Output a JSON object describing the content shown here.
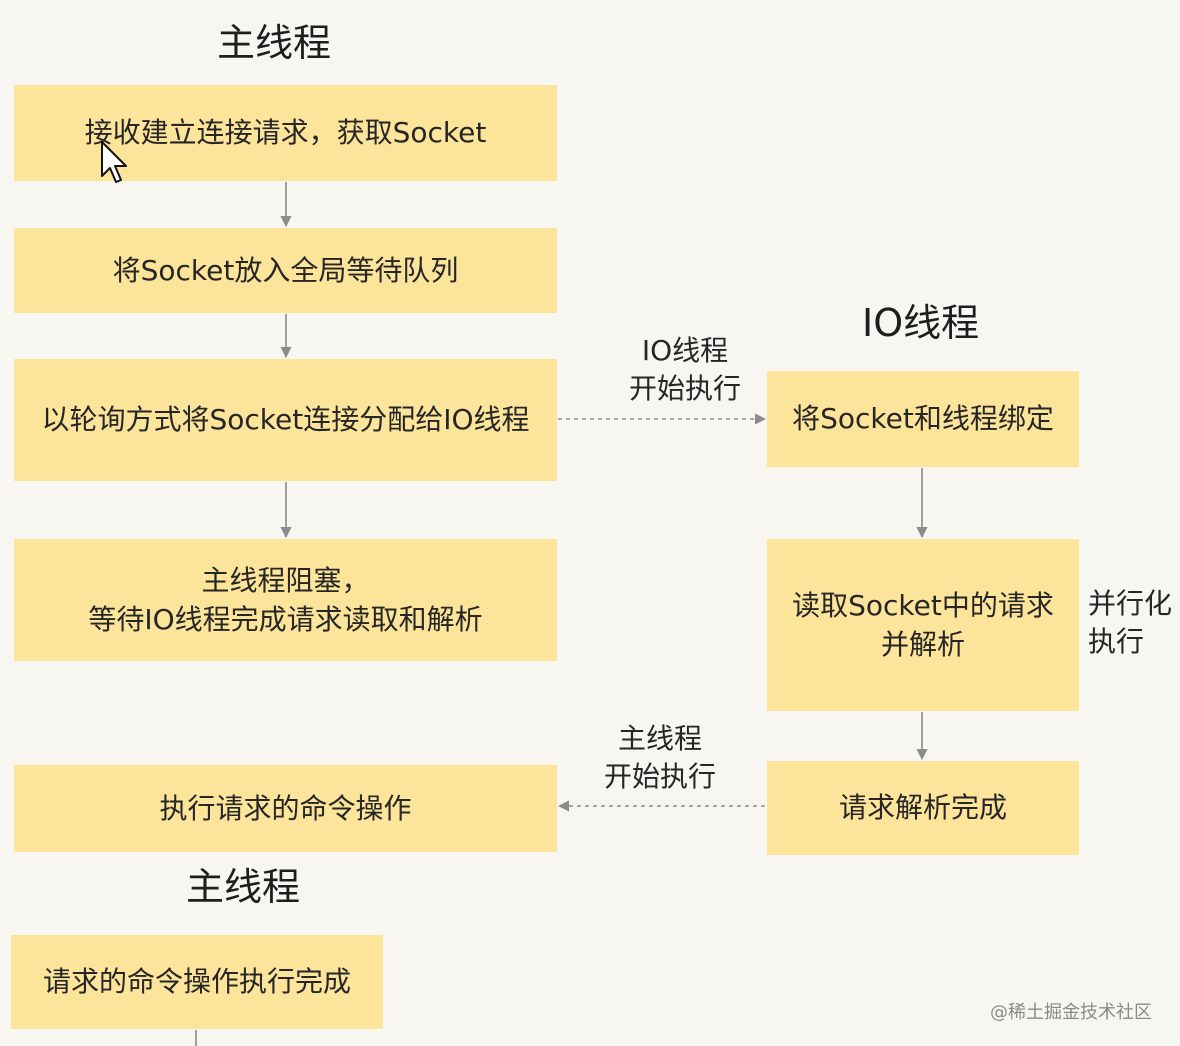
{
  "headings": {
    "main_top": "主线程",
    "io": "IO线程",
    "main_bottom": "主线程"
  },
  "boxes": {
    "accept": "接收建立连接请求，获取Socket",
    "enqueue": "将Socket放入全局等待队列",
    "dispatch": "以轮询方式将Socket连接分配给IO线程",
    "block": "主线程阻塞，\n等待IO线程完成请求读取和解析",
    "bind": "将Socket和线程绑定",
    "read_parse": "读取Socket中的请求\n并解析",
    "parse_done": "请求解析完成",
    "execute": "执行请求的命令操作",
    "exec_done": "请求的命令操作执行完成"
  },
  "edge_labels": {
    "io_start": "IO线程\n开始执行",
    "main_start": "主线程\n开始执行"
  },
  "side_note": "并行化\n执行",
  "watermark": "@稀土掘金技术社区",
  "colors": {
    "box_fill": "#fce49b",
    "background": "#f8f6f1",
    "arrow": "#8c8c8c"
  }
}
